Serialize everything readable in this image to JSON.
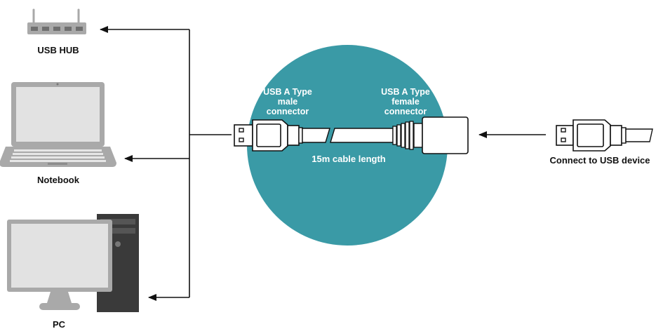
{
  "devices": {
    "usb_hub": "USB HUB",
    "notebook": "Notebook",
    "pc": "PC"
  },
  "cable": {
    "male_connector": [
      "USB A Type",
      "male",
      "connector"
    ],
    "female_connector": [
      "USB A Type",
      "female",
      "connector"
    ],
    "length": "15m cable length"
  },
  "target": "Connect to USB device",
  "colors": {
    "circle": "#3a9aa6",
    "device_gray": "#a9a9a9",
    "device_light": "#d9d9d9",
    "arrow": "#111111"
  }
}
